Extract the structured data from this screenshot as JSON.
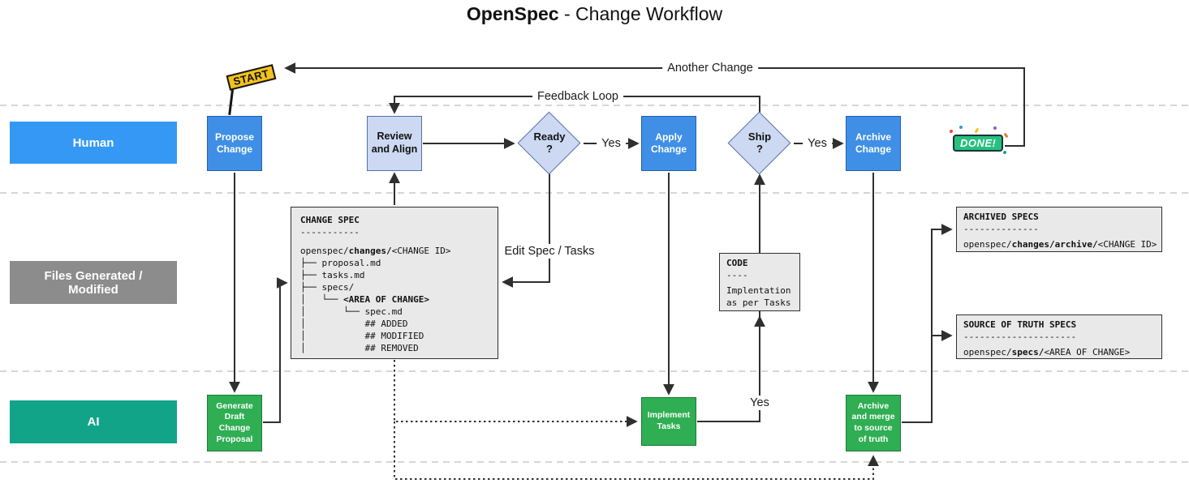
{
  "title": {
    "brand": "OpenSpec",
    "suffix": " - Change Workflow"
  },
  "lanes": {
    "human": "Human",
    "files": "Files Generated /\nModified",
    "ai": "AI"
  },
  "badges": {
    "start": "START",
    "done": "DONE!"
  },
  "nodes": {
    "propose_change": "Propose\nChange",
    "review_align": "Review\nand Align",
    "ready": "Ready\n?",
    "apply_change": "Apply\nChange",
    "ship": "Ship\n?",
    "archive_change": "Archive\nChange",
    "generate_draft": "Generate\nDraft\nChange\nProposal",
    "implement_tasks": "Implement\nTasks",
    "archive_merge": "Archive\nand merge\nto source\nof truth"
  },
  "edge_labels": {
    "another_change": "Another Change",
    "feedback_loop": "Feedback Loop",
    "edit_spec_tasks": "Edit Spec / Tasks",
    "ready_yes": "Yes",
    "ship_yes": "Yes",
    "implement_yes": "Yes"
  },
  "artifacts": {
    "change_spec": {
      "title": "CHANGE SPEC",
      "underline": "-----------",
      "lines": [
        {
          "pre": "openspec/",
          "bold": "changes/",
          "post": "<CHANGE ID>"
        },
        {
          "pre": "├── proposal.md",
          "bold": "",
          "post": ""
        },
        {
          "pre": "├── tasks.md",
          "bold": "",
          "post": ""
        },
        {
          "pre": "├── specs/",
          "bold": "",
          "post": ""
        },
        {
          "pre": "│   └── ",
          "bold": "<AREA OF CHANGE>",
          "post": ""
        },
        {
          "pre": "│       └── spec.md",
          "bold": "",
          "post": ""
        },
        {
          "pre": "│           ## ADDED",
          "bold": "",
          "post": ""
        },
        {
          "pre": "│           ## MODIFIED",
          "bold": "",
          "post": ""
        },
        {
          "pre": "│           ## REMOVED",
          "bold": "",
          "post": ""
        }
      ]
    },
    "code": {
      "title": "CODE",
      "underline": "----",
      "body": "Implentation\nas per Tasks"
    },
    "archived_specs": {
      "title": "ARCHIVED SPECS",
      "underline": "--------------",
      "path": {
        "pre": "openspec/",
        "bold": "changes/archive/",
        "post": "<CHANGE ID>"
      }
    },
    "source_of_truth": {
      "title": "SOURCE OF TRUTH SPECS",
      "underline": "---------------------",
      "path": {
        "pre": "openspec/",
        "bold": "specs/",
        "post": "<AREA OF CHANGE>"
      }
    }
  },
  "colors": {
    "human_node": "#3f8fe6",
    "human_node_border": "#2261ae",
    "decision_fill": "#cdd9f2",
    "decision_border": "#5470a8",
    "ai_node": "#2fae53",
    "ai_node_border": "#1b7a36",
    "lane_human": "#3598f5",
    "lane_files": "#8c8c8c",
    "lane_ai": "#12a488",
    "artifact_bg": "#e9e9e9",
    "connector": "#2f2f2f",
    "start_flag": "#f2c21c",
    "done_badge": "#27c07d"
  }
}
